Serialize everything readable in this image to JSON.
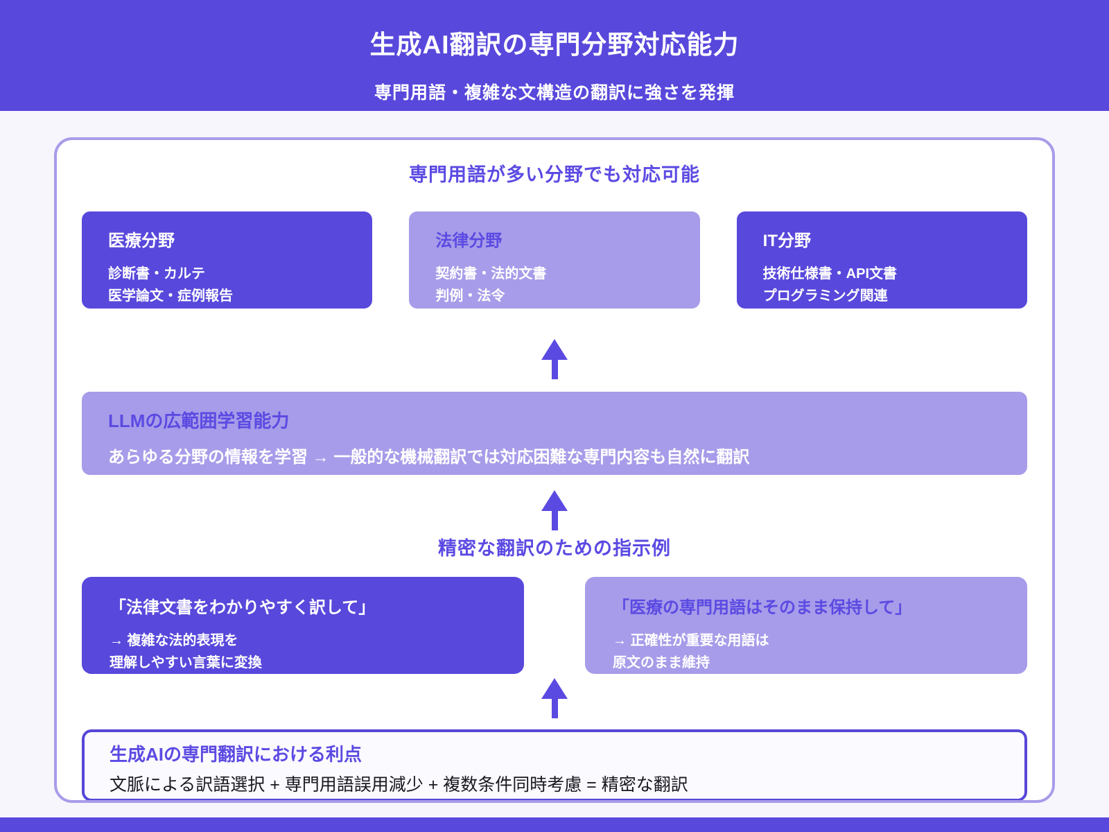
{
  "header": {
    "title": "生成AI翻訳の専門分野対応能力",
    "subtitle": "専門用語・複雑な文構造の翻訳に強さを発揮"
  },
  "colors": {
    "primary_purple": "#5848db",
    "accent_purple": "#5b4ae2",
    "light_purple": "#a79ce9",
    "page_background": "#f7f6fd",
    "panel_border": "#a89ce9",
    "benefit_border": "#5646d8",
    "dark_text": "#18181f"
  },
  "fields": {
    "heading": "専門用語が多い分野でも対応可能",
    "cards": [
      {
        "title": "医療分野",
        "line1": "診断書・カルテ",
        "line2": "医学論文・症例報告",
        "variant": "dark"
      },
      {
        "title": "法律分野",
        "line1": "契約書・法的文書",
        "line2": "判例・法令",
        "variant": "light"
      },
      {
        "title": "IT分野",
        "line1": "技術仕様書・API文書",
        "line2": "プログラミング関連",
        "variant": "dark"
      }
    ]
  },
  "llm": {
    "title": "LLMの広範囲学習能力",
    "body": "あらゆる分野の情報を学習 → 一般的な機械翻訳では対応困難な専門内容も自然に翻訳"
  },
  "instructions": {
    "heading": "精密な翻訳のための指示例",
    "cards": [
      {
        "title": "「法律文書をわかりやすく訳して」",
        "line1": "→ 複雑な法的表現を",
        "line2": "理解しやすい言葉に変換",
        "variant": "dark"
      },
      {
        "title": "「医療の専門用語はそのまま保持して」",
        "line1": "→ 正確性が重要な用語は",
        "line2": "原文のまま維持",
        "variant": "light"
      }
    ]
  },
  "benefit": {
    "title": "生成AIの専門翻訳における利点",
    "body": "文脈による訳語選択 + 専門用語誤用減少 + 複数条件同時考慮 = 精密な翻訳"
  }
}
